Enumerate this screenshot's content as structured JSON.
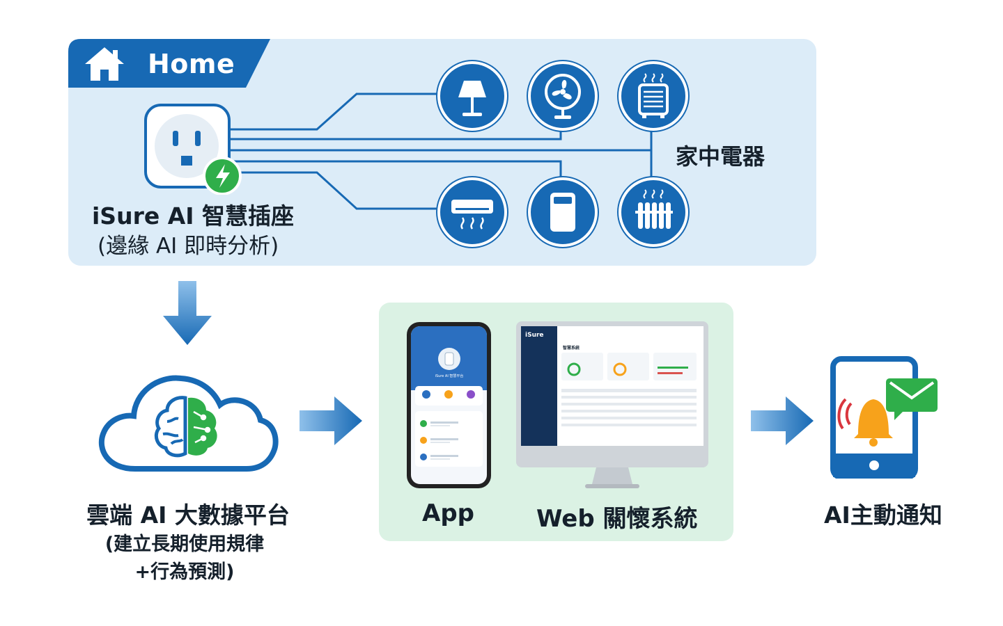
{
  "home": {
    "label": "Home",
    "appliances_label": "家中電器",
    "plug_title": "iSure AI 智慧插座",
    "plug_subtitle": "(邊緣 AI 即時分析)",
    "devices": [
      "lamp-icon",
      "fan-icon",
      "heater-icon",
      "air-conditioner-icon",
      "air-purifier-icon",
      "radiator-icon"
    ]
  },
  "cloud": {
    "title": "雲端 AI 大數據平台",
    "subtitle_line1": "(建立長期使用規律",
    "subtitle_line2": "+行為預測)"
  },
  "apps": {
    "app_label": "App",
    "web_label": "Web 關懷系統",
    "phone_header": "iSure AI 智慧平台",
    "monitor_logo": "iSure",
    "monitor_title": "智慧系統"
  },
  "notify": {
    "label": "AI主動通知"
  },
  "colors": {
    "primary_blue": "#1769b4",
    "home_panel": "#dcecf8",
    "app_panel": "#dbf2e4",
    "plug_green": "#2fae4a",
    "bell_orange": "#f7a21b",
    "message_green": "#2fae4a"
  }
}
